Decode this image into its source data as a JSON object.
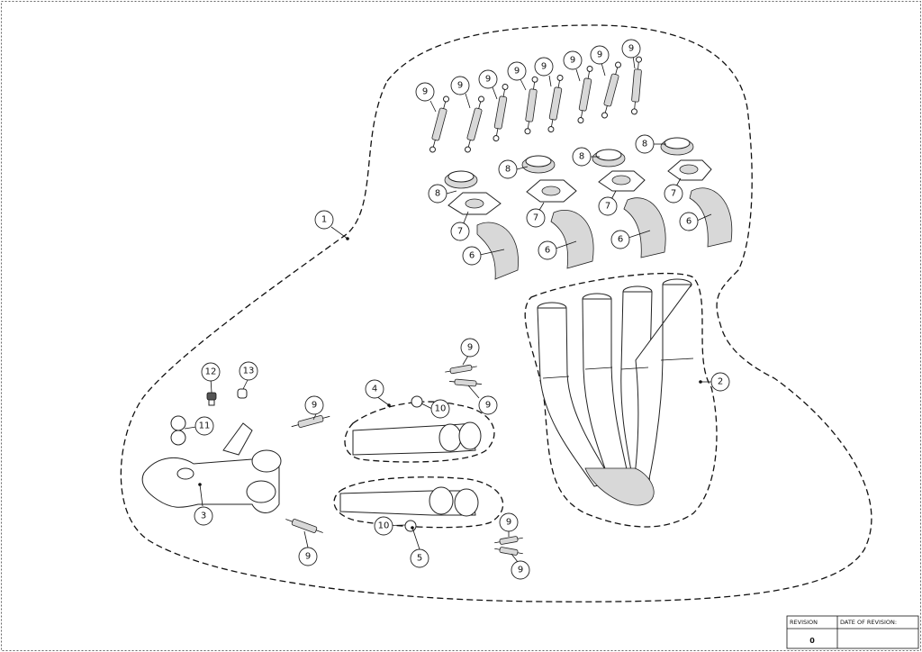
{
  "balloons": {
    "p1": "1",
    "p2": "2",
    "p3": "3",
    "p4": "4",
    "p5": "5",
    "p6": "6",
    "p7": "7",
    "p8": "8",
    "p9": "9",
    "p10": "10",
    "p11": "11",
    "p12": "12",
    "p13": "13"
  },
  "revision_block": {
    "revision_header": "REVISION",
    "date_header": "DATE OF REVISION:",
    "revision_value": "0",
    "date_value": ""
  }
}
